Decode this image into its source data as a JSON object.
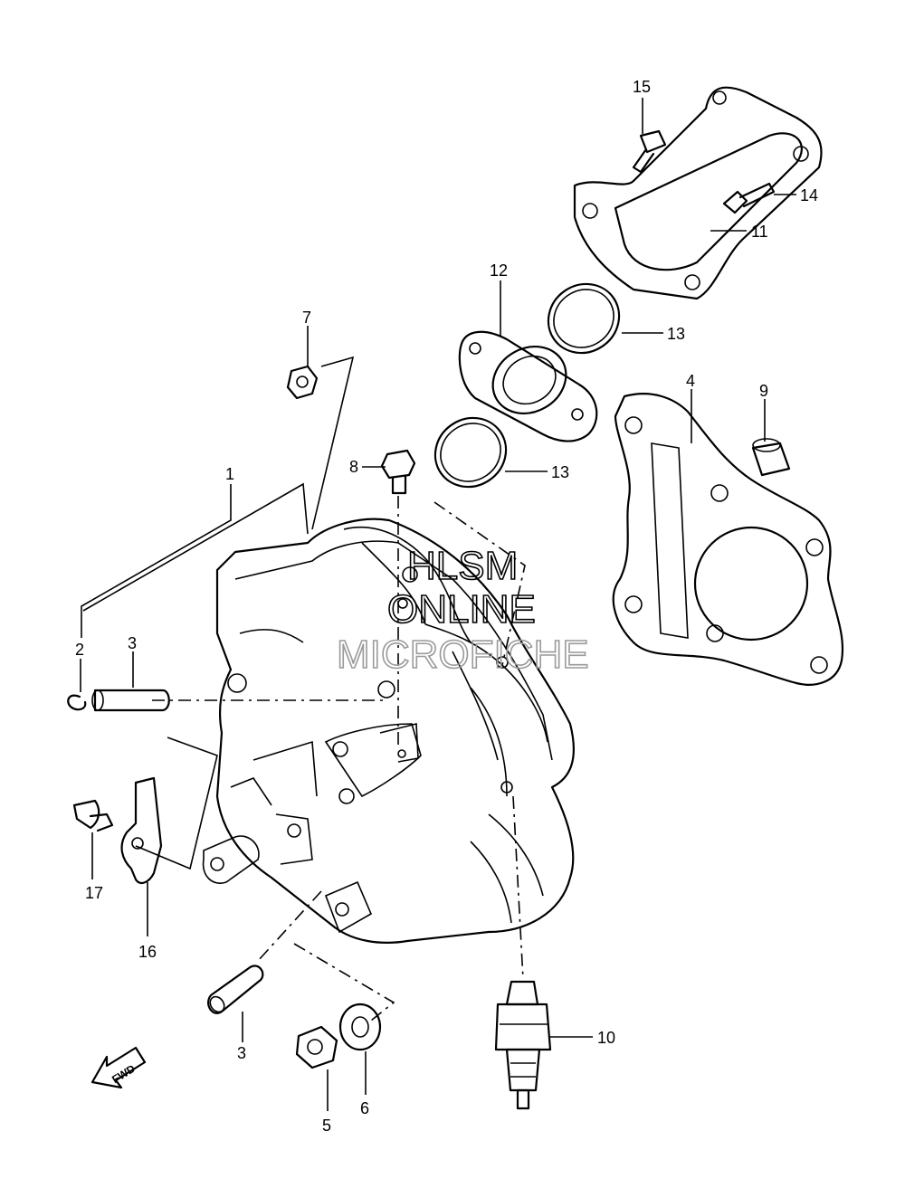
{
  "callouts": {
    "c1": "1",
    "c2": "2",
    "c3a": "3",
    "c3b": "3",
    "c4": "4",
    "c5": "5",
    "c6": "6",
    "c7": "7",
    "c8": "8",
    "c9": "9",
    "c10": "10",
    "c11": "11",
    "c12": "12",
    "c13a": "13",
    "c13b": "13",
    "c14": "14",
    "c15": "15",
    "c16": "16",
    "c17": "17"
  },
  "watermark": {
    "line1": "HLSM",
    "line2": "ONLINE",
    "line3": "MICROFICHE"
  },
  "fwd_label": "FWD"
}
